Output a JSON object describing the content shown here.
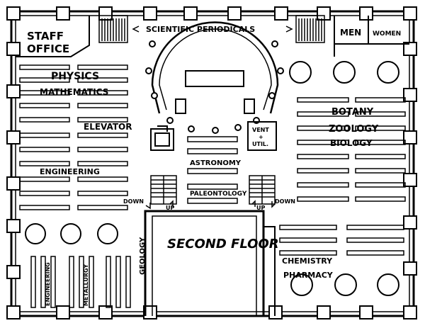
{
  "labels": {
    "staff_office_1": "STAFF",
    "staff_office_2": "OFFICE",
    "periodicals": "SCIENTIFIC PERIODICALS",
    "men": "MEN",
    "women": "WOMEN",
    "physics": "PHYSICS",
    "mathematics": "MATHEMATICS",
    "elevator": "ELEVATOR",
    "vent_util_1": "VENT",
    "vent_util_2": "+",
    "vent_util_3": "UTIL.",
    "botany": "BOTANY",
    "zoology": "ZOOLOGY",
    "biology": "BIOLOGY",
    "astronomy": "ASTRONOMY",
    "engineering_west": "ENGINEERING",
    "paleontology": "PALEONTOLOGY",
    "stair_down_left": "DOWN",
    "stair_up_left": "UP",
    "stair_up_right": "UP",
    "stair_down_right": "DOWN",
    "geology": "GEOLOGY",
    "second_floor": "SECOND FLOOR",
    "chemistry": "CHEMISTRY",
    "pharmacy": "PHARMACY",
    "engineering_vertical": "ENGINEERING",
    "metallurgy": "METALLURGY"
  }
}
